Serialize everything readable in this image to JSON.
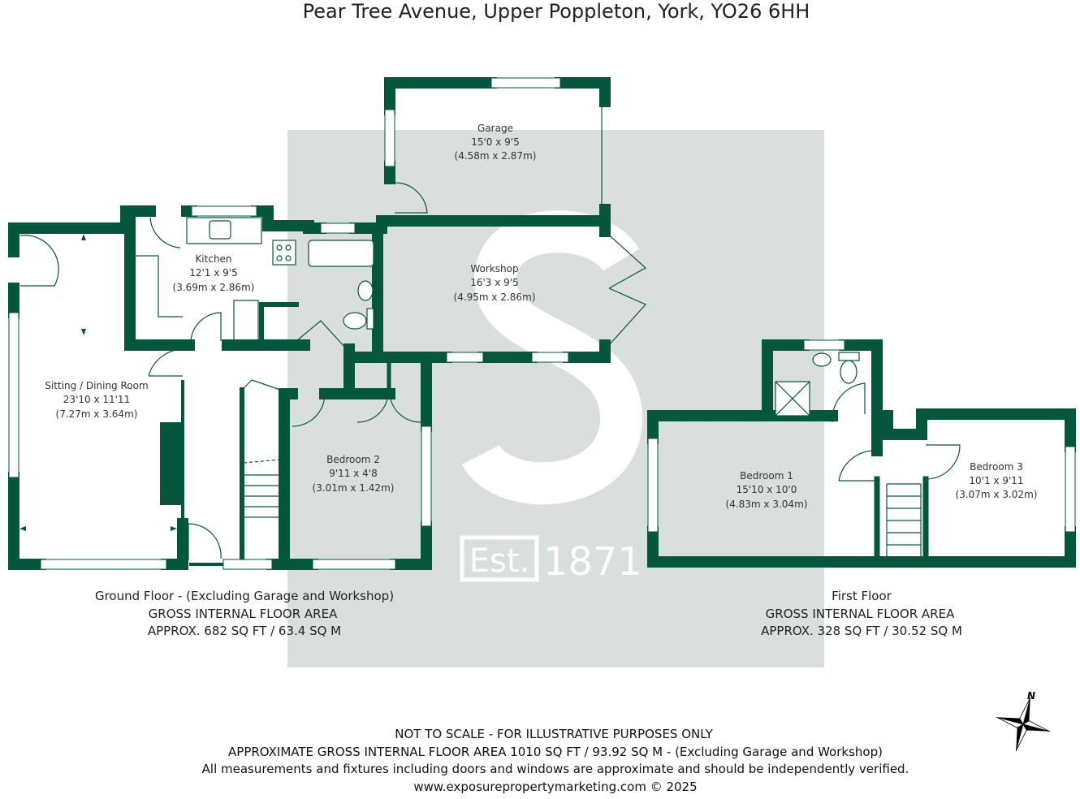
{
  "title": "Pear Tree Avenue, Upper Poppleton, York, YO26 6HH",
  "colors": {
    "wall": "#04573c",
    "watermark": "#d9dfdc"
  },
  "watermark": {
    "letter": "S",
    "est": "Est.",
    "year": "1871"
  },
  "rooms": [
    {
      "name": "Garage",
      "imperial": "15'0 x 9'5",
      "metric": "(4.58m x 2.87m)"
    },
    {
      "name": "Kitchen",
      "imperial": "12'1 x 9'5",
      "metric": "(3.69m x 2.86m)"
    },
    {
      "name": "Workshop",
      "imperial": "16'3 x 9'5",
      "metric": "(4.95m x 2.86m)"
    },
    {
      "name": "Sitting / Dining Room",
      "imperial": "23'10 x 11'11",
      "metric": "(7.27m x 3.64m)"
    },
    {
      "name": "Bedroom 2",
      "imperial": "9'11 x 4'8",
      "metric": "(3.01m x 1.42m)"
    },
    {
      "name": "Bedroom 1",
      "imperial": "15'10 x 10'0",
      "metric": "(4.83m x 3.04m)"
    },
    {
      "name": "Bedroom 3",
      "imperial": "10'1 x 9'11",
      "metric": "(3.07m x 3.02m)"
    }
  ],
  "ground_floor": {
    "line1": "Ground Floor - (Excluding Garage and Workshop)",
    "line2": "GROSS INTERNAL FLOOR AREA",
    "line3": "APPROX. 682 SQ FT / 63.4 SQ M"
  },
  "first_floor": {
    "line1": "First Floor",
    "line2": "GROSS INTERNAL FLOOR AREA",
    "line3": "APPROX. 328 SQ FT / 30.52 SQ M"
  },
  "footer": [
    "NOT TO SCALE - FOR ILLUSTRATIVE PURPOSES ONLY",
    "APPROXIMATE GROSS INTERNAL FLOOR AREA 1010 SQ FT / 93.92 SQ M - (Excluding Garage and Workshop)",
    "All measurements and fixtures including doors and windows are approximate and should be independently verified.",
    "www.exposurepropertymarketing.com © 2025"
  ],
  "compass": {
    "label": "N"
  }
}
